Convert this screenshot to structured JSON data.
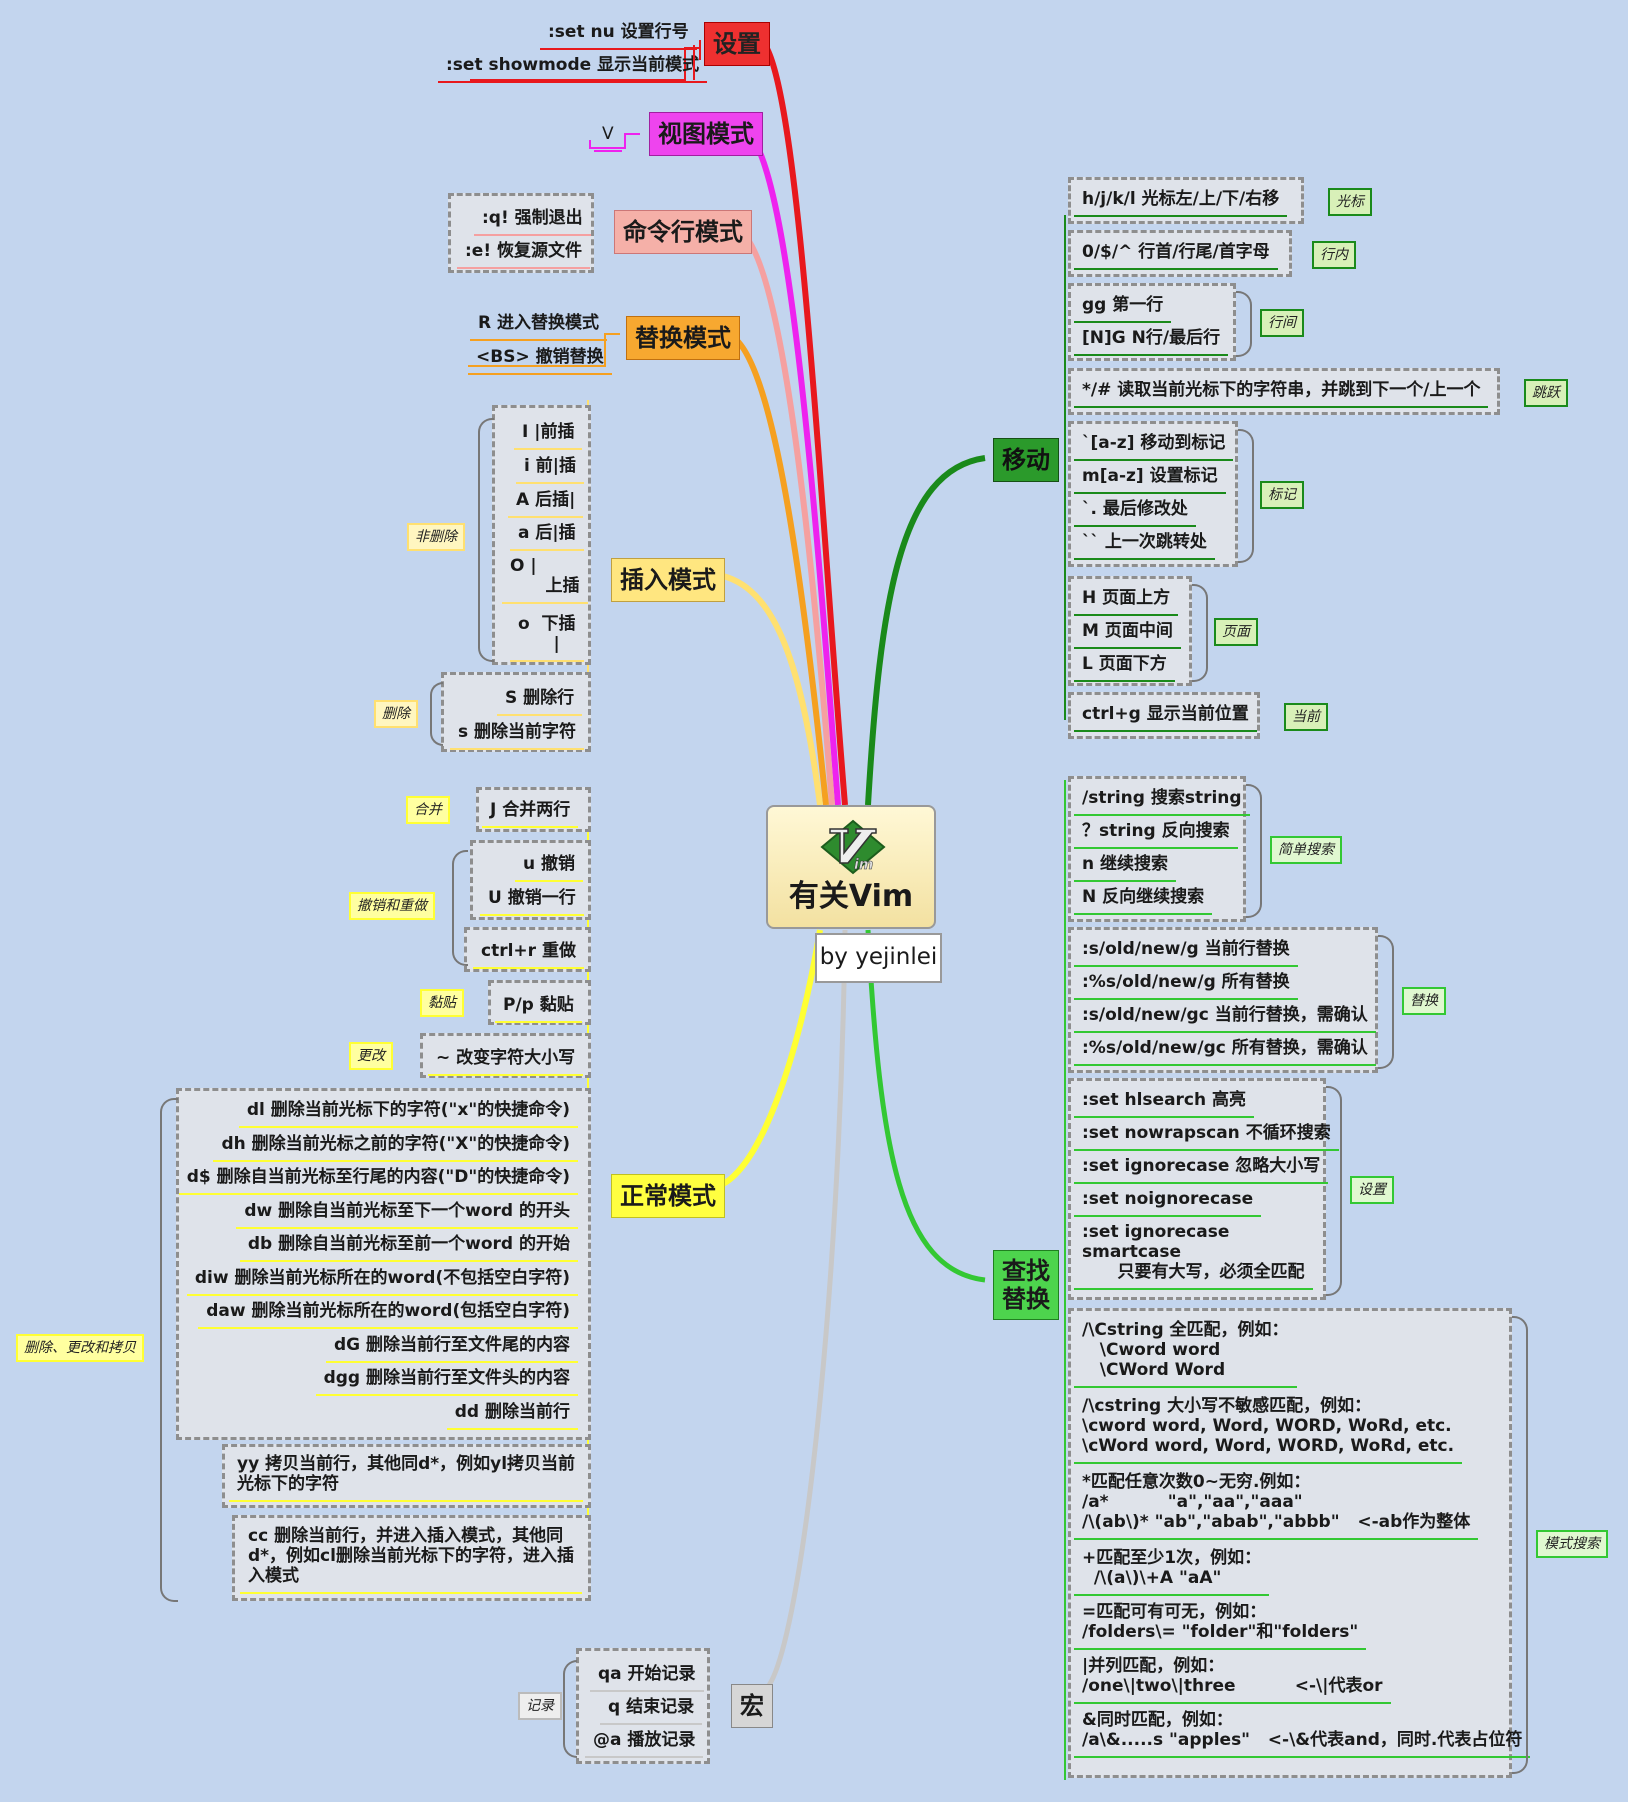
{
  "center": {
    "title": "有关Vim",
    "logo": "vim-logo",
    "author": "by yejinlei"
  },
  "colors": {
    "settings": "#e8181d",
    "view": "#ee22ee",
    "cmd": "#f5a0a0",
    "replace": "#f5a020",
    "insert": "#ffe070",
    "normal": "#ffff33",
    "macro": "#c8c8c8",
    "move": "#1a8a1a",
    "search": "#33c833"
  },
  "settings": {
    "title": "设置",
    "items": [
      ":set nu 设置行号",
      ":set showmode 显示当前模式"
    ]
  },
  "view": {
    "title": "视图模式",
    "items": [
      "V"
    ]
  },
  "cmd": {
    "title": "命令行模式",
    "items": [
      ":q! 强制退出",
      ":e! 恢复源文件"
    ]
  },
  "replace": {
    "title": "替换模式",
    "items": [
      "R 进入替换模式",
      "<BS> 撤销替换"
    ]
  },
  "insert": {
    "title": "插入模式",
    "tag_nondelete": "非删除",
    "items_nondelete": [
      "I |前插",
      "i 前|插",
      "A 后插|",
      "a 后|插",
      "O |\n      上插",
      "o  下插\n      |"
    ],
    "tag_delete": "删除",
    "items_delete": [
      "S 删除行",
      "s 删除当前字符"
    ]
  },
  "normal": {
    "title": "正常模式",
    "tag_join": "合并",
    "join": "J 合并两行",
    "tag_undo": "撤销和重做",
    "undo": [
      "u 撤销",
      "U 撤销一行"
    ],
    "redo": "ctrl+r  重做",
    "tag_paste": "黏贴",
    "paste": "P/p 黏贴",
    "tag_change": "更改",
    "change": "~ 改变字符大小写",
    "tag_dc": "删除、更改和拷贝",
    "delete": [
      "dl 删除当前光标下的字符(\"x\"的快捷命令)",
      "dh 删除当前光标之前的字符(\"X\"的快捷命令)",
      "d$ 删除自当前光标至行尾的内容(\"D\"的快捷命令)",
      "dw 删除自当前光标至下一个word 的开头",
      "db 删除自当前光标至前一个word 的开始",
      "diw 删除当前光标所在的word(不包括空白字符)",
      "daw 删除当前光标所在的word(包括空白字符)",
      "dG 删除当前行至文件尾的内容",
      "dgg 删除当前行至文件头的内容",
      "dd 删除当前行"
    ],
    "yank": "yy 拷贝当前行，其他同d*，例如yl拷贝当前\n光标下的字符",
    "cc": "cc 删除当前行，并进入插入模式，其他同\nd*，例如cl删除当前光标下的字符，进入插\n入模式"
  },
  "macro": {
    "title": "宏",
    "tag": "记录",
    "items": [
      "qa 开始记录",
      "q 结束记录",
      "@a 播放记录"
    ]
  },
  "move": {
    "title": "移动",
    "g1": {
      "items": [
        "h/j/k/l 光标左/上/下/右移"
      ],
      "tag": "光标"
    },
    "g2": {
      "items": [
        "0/$/^ 行首/行尾/首字母"
      ],
      "tag": "行内"
    },
    "g3": {
      "items": [
        "gg 第一行",
        "[N]G N行/最后行"
      ],
      "tag": "行间"
    },
    "g4": {
      "items": [
        "*/# 读取当前光标下的字符串，并跳到下一个/上一个"
      ],
      "tag": "跳跃"
    },
    "g5": {
      "items": [
        "`[a-z] 移动到标记",
        "m[a-z] 设置标记",
        "`. 最后修改处",
        "`` 上一次跳转处"
      ],
      "tag": "标记"
    },
    "g6": {
      "items": [
        "H 页面上方",
        "M 页面中间",
        "L 页面下方"
      ],
      "tag": "页面"
    },
    "g7": {
      "items": [
        "ctrl+g 显示当前位置"
      ],
      "tag": "当前"
    }
  },
  "search": {
    "title": "查找\n替换",
    "g1": {
      "items": [
        "/string 搜索string",
        "？string 反向搜索",
        "n 继续搜索",
        "N 反向继续搜索"
      ],
      "tag": "简单搜索"
    },
    "g2": {
      "items": [
        ":s/old/new/g 当前行替换",
        ":%s/old/new/g 所有替换",
        ":s/old/new/gc 当前行替换，需确认",
        ":%s/old/new/gc 所有替换，需确认"
      ],
      "tag": "替换"
    },
    "g3": {
      "items": [
        ":set hlsearch 高亮",
        ":set nowrapscan 不循环搜索",
        ":set ignorecase 忽略大小写",
        ":set noignorecase",
        ":set ignorecase\nsmartcase\n      只要有大写，必须全匹配"
      ],
      "tag": "设置"
    },
    "g4": {
      "items": [
        "/\\Cstring 全匹配，例如：\n   \\Cword word\n   \\CWord Word",
        "/\\cstring 大小写不敏感匹配，例如：\n\\cword word, Word, WORD, WoRd, etc.\n\\cWord word, Word, WORD, WoRd, etc.",
        "*匹配任意次数0~无穷.例如：\n/a*          \"a\",\"aa\",\"aaa\"\n/\\(ab\\)* \"ab\",\"abab\",\"abbb\"   <-ab作为整体",
        "+匹配至少1次，例如：\n  /\\(a\\)\\+A \"aA\"",
        "=匹配可有可无，例如：\n/folders\\= \"folder\"和\"folders\"",
        "|并列匹配，例如：\n/one\\|two\\|three          <-\\|代表or",
        "&同时匹配，例如：\n/a\\&.....s \"apples\"   <-\\&代表and，同时.代表占位符"
      ],
      "tag": "模式搜索"
    }
  }
}
